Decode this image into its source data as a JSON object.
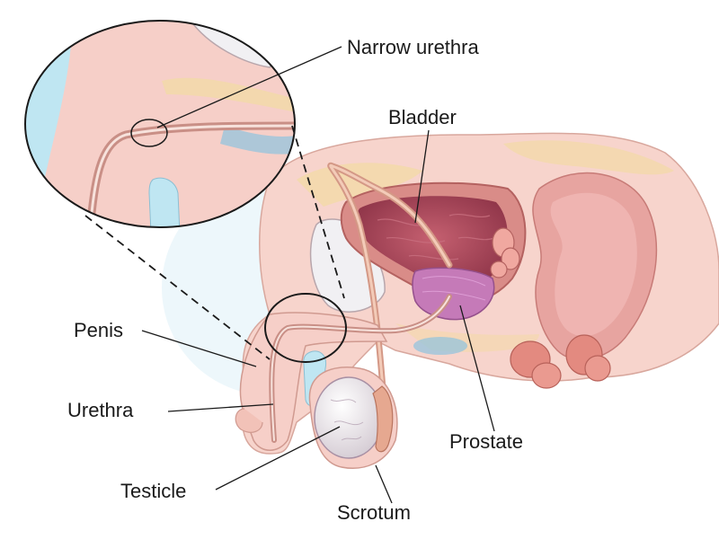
{
  "labels": {
    "narrow_urethra": "Narrow urethra",
    "bladder": "Bladder",
    "penis": "Penis",
    "urethra": "Urethra",
    "prostate": "Prostate",
    "testicle": "Testicle",
    "scrotum": "Scrotum"
  },
  "colors": {
    "skin": "#f6cfc8",
    "bladder_wall": "#d98c88",
    "bladder_inner": "#a8475a",
    "prostate": "#c57ab8",
    "duct": "#e8b49e",
    "testicle": "#e9e3e8",
    "fat": "#f3d9a8",
    "vessel": "#8fc3de"
  }
}
